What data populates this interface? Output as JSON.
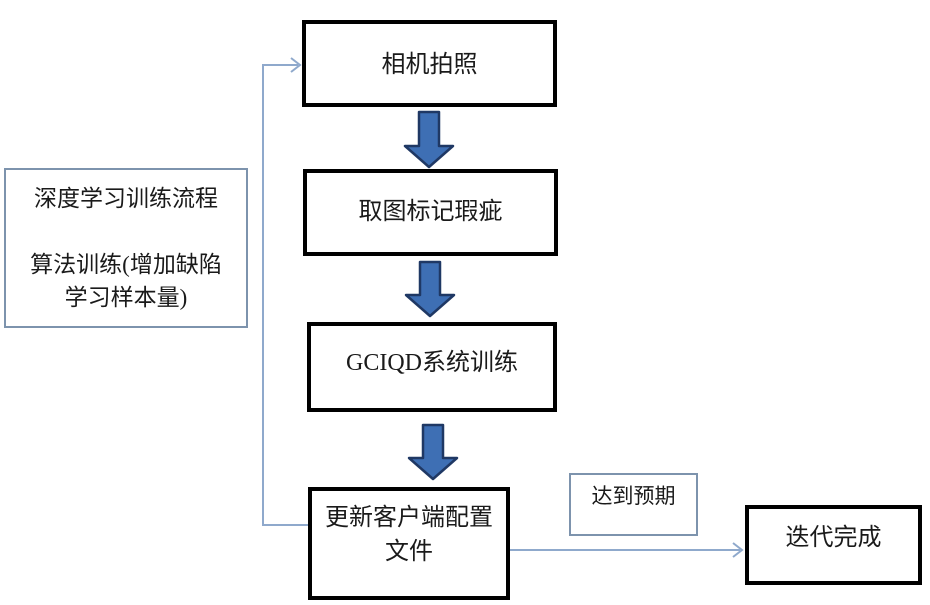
{
  "colors": {
    "bg": "#ffffff",
    "text": "#1a1a1a",
    "thick_border": "#000000",
    "thin_border": "#7d93ad",
    "connector": "#8fa9cc",
    "arrow_fill": "#3e6fb4",
    "arrow_stroke": "#1f3864"
  },
  "flowchart": {
    "sidebar_note": {
      "line1": "深度学习训练流程",
      "line2": "算法训练(增加缺陷",
      "line3": "学习样本量)"
    },
    "steps": {
      "camera": "相机拍照",
      "mark": "取图标记瑕疵",
      "train": "GCIQD系统训练",
      "update_line1": "更新客户端配置",
      "update_line2": "文件",
      "done": "迭代完成"
    },
    "edge_label": "达到预期",
    "edges": [
      {
        "from": "相机拍照",
        "to": "取图标记瑕疵",
        "type": "block-arrow-down"
      },
      {
        "from": "取图标记瑕疵",
        "to": "GCIQD系统训练",
        "type": "block-arrow-down"
      },
      {
        "from": "GCIQD系统训练",
        "to": "更新客户端配置文件",
        "type": "block-arrow-down"
      },
      {
        "from": "更新客户端配置文件",
        "to": "相机拍照",
        "type": "feedback-line-arrow"
      },
      {
        "from": "更新客户端配置文件",
        "to": "迭代完成",
        "type": "line-arrow",
        "label": "达到预期"
      }
    ]
  }
}
